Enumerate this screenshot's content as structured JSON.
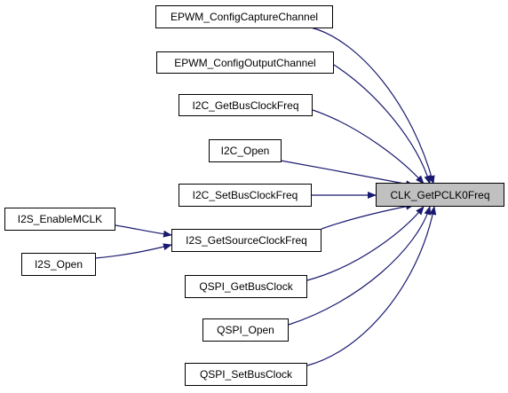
{
  "diagram": {
    "colors": {
      "edge": "#191970",
      "node_border": "#000000",
      "node_fill": "#ffffff",
      "target_fill": "#c0c0c0"
    },
    "target": {
      "label": "CLK_GetPCLK0Freq"
    },
    "callers": [
      {
        "id": "epwm-configcapturechannel",
        "label": "EPWM_ConfigCaptureChannel"
      },
      {
        "id": "epwm-configoutputchannel",
        "label": "EPWM_ConfigOutputChannel"
      },
      {
        "id": "i2c-getbusclockfreq",
        "label": "I2C_GetBusClockFreq"
      },
      {
        "id": "i2c-open",
        "label": "I2C_Open"
      },
      {
        "id": "i2c-setbusclockfreq",
        "label": "I2C_SetBusClockFreq"
      },
      {
        "id": "i2s-getsourceclockfreq",
        "label": "I2S_GetSourceClockFreq"
      },
      {
        "id": "qspi-getbusclock",
        "label": "QSPI_GetBusClock"
      },
      {
        "id": "qspi-open",
        "label": "QSPI_Open"
      },
      {
        "id": "qspi-setbusclock",
        "label": "QSPI_SetBusClock"
      }
    ],
    "second_level_callers": [
      {
        "id": "i2s-enablemclk",
        "label": "I2S_EnableMCLK",
        "calls": "I2S_GetSourceClockFreq"
      },
      {
        "id": "i2s-open",
        "label": "I2S_Open",
        "calls": "I2S_GetSourceClockFreq"
      }
    ]
  }
}
